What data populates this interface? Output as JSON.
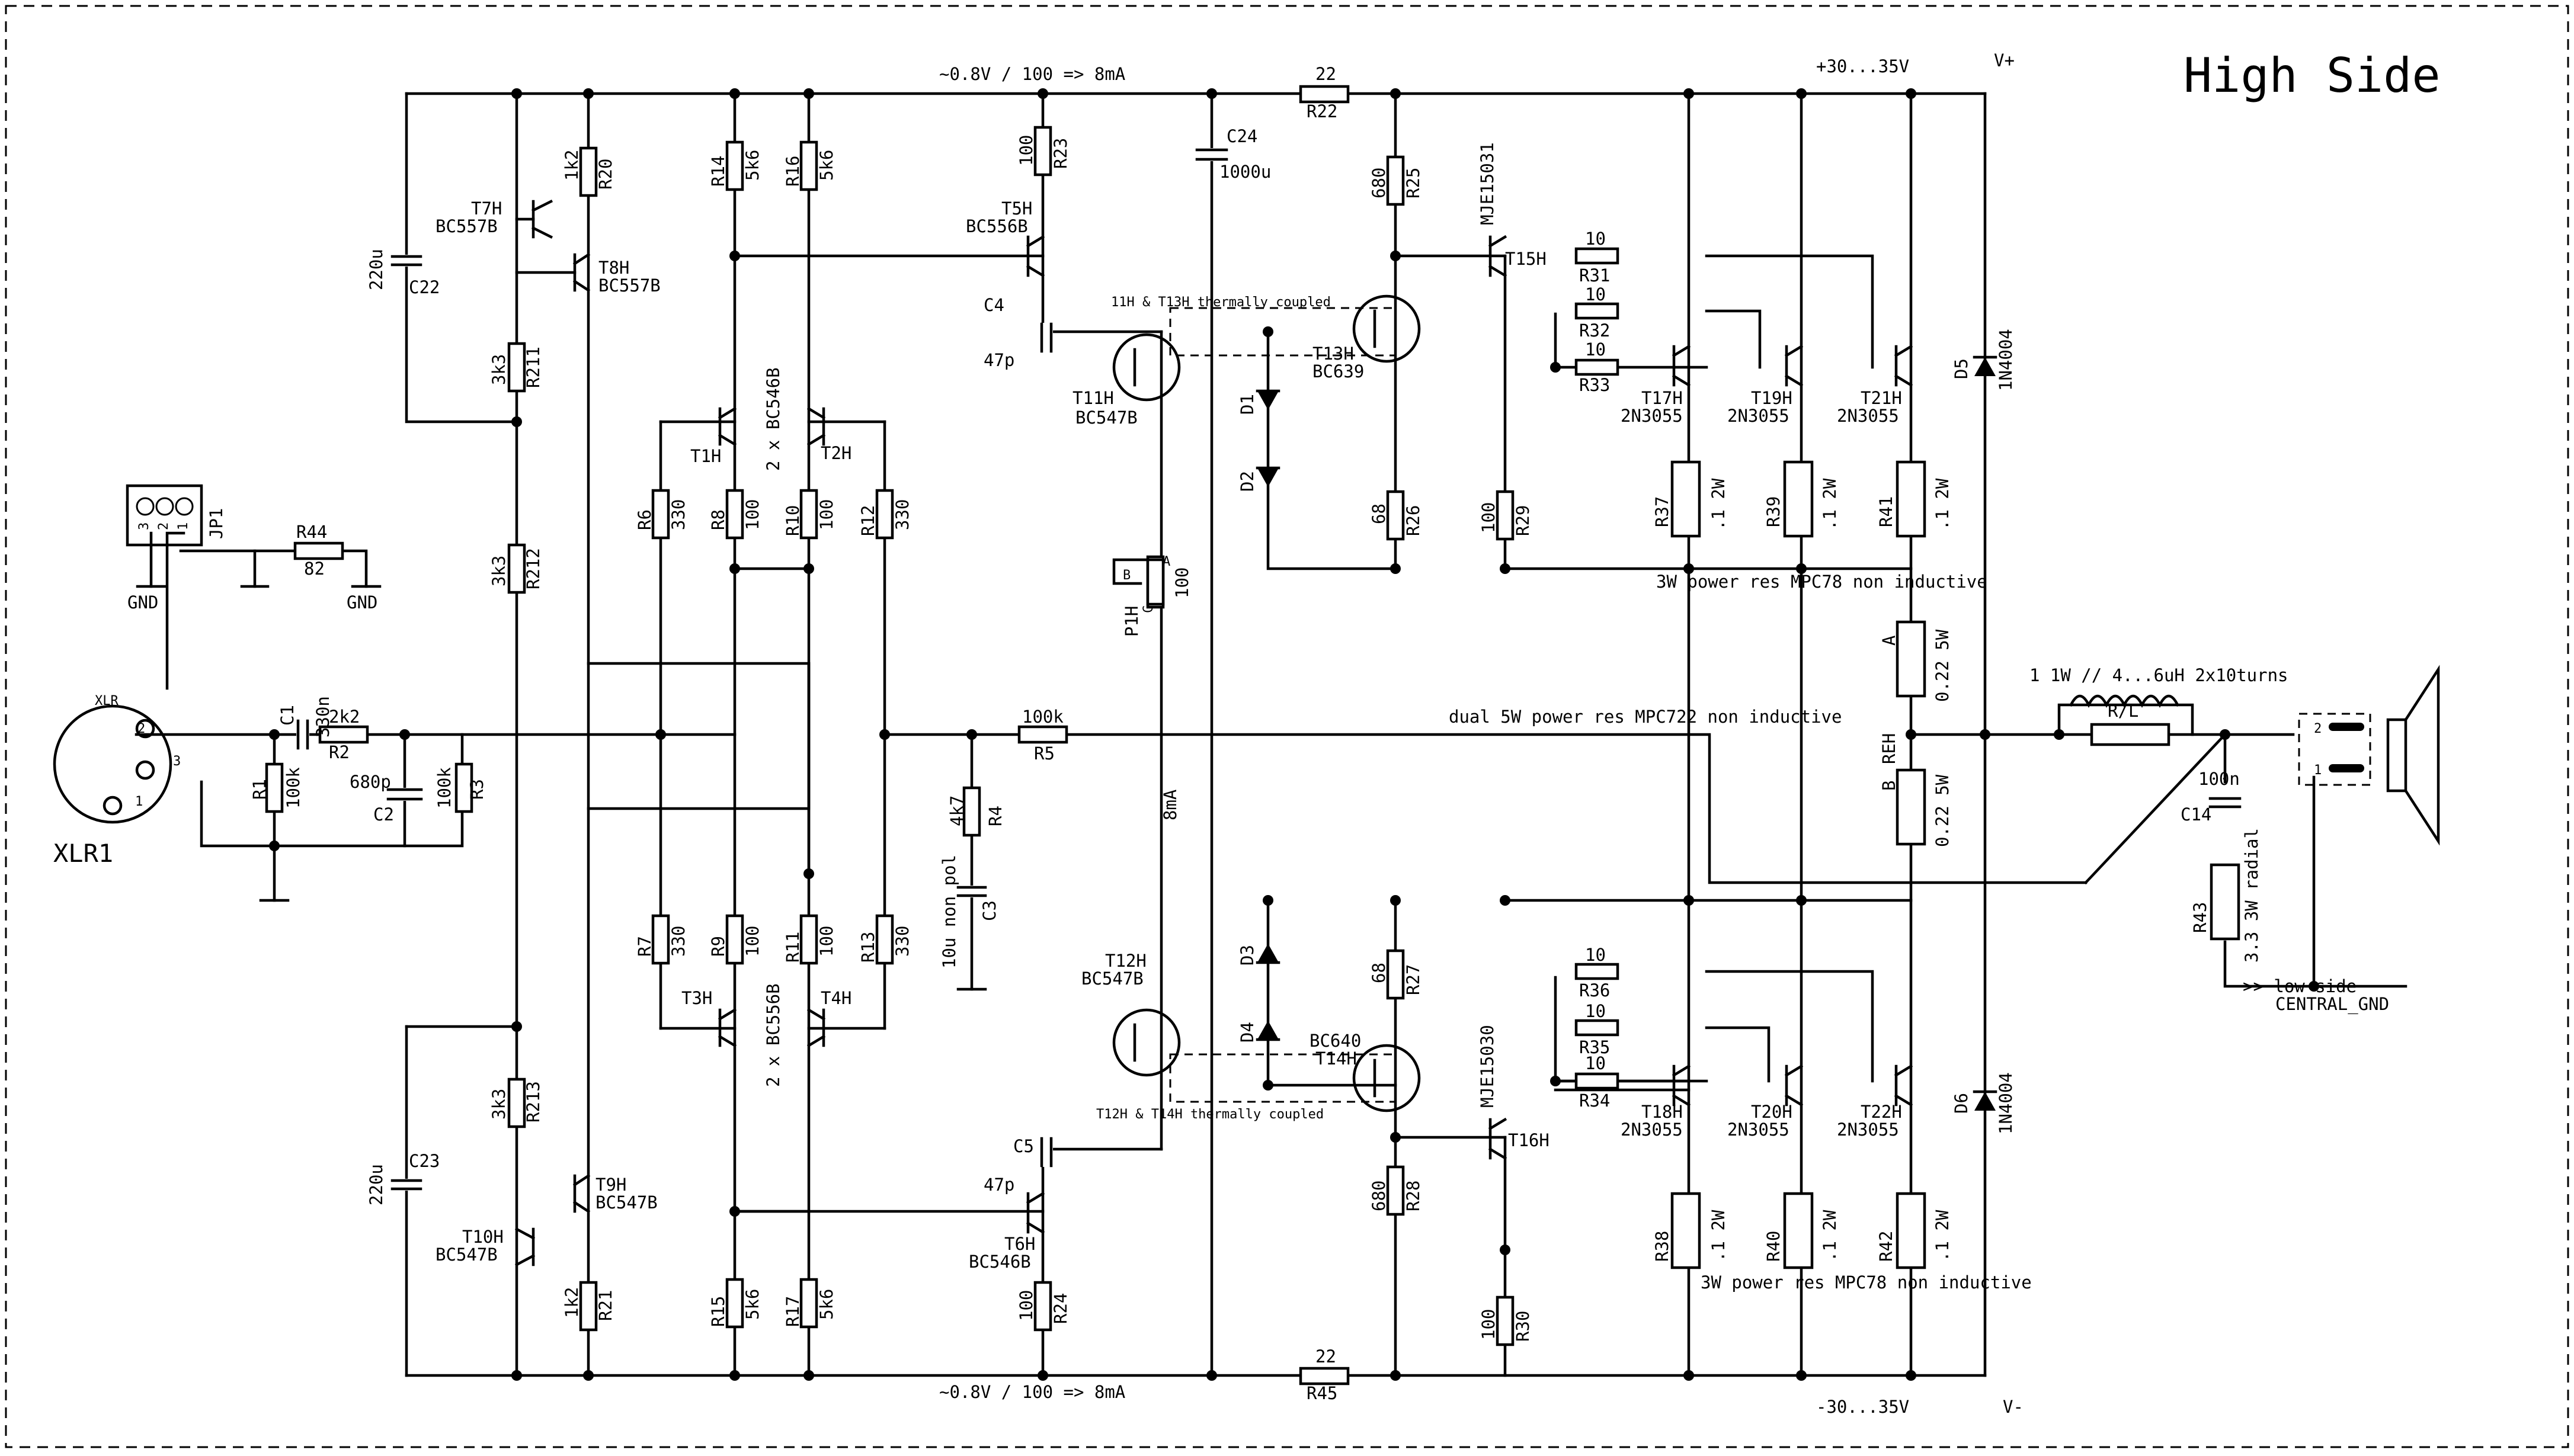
{
  "title": "High Side",
  "rails": {
    "top_supply": "+30...35V",
    "bottom_supply": "-30...35V",
    "v_plus": "V+",
    "v_minus": "V-",
    "top_current_note": "~0.8V / 100 => 8mA",
    "bottom_current_note": "~0.8V / 100 => 8mA",
    "ref_current": "8mA"
  },
  "notes": {
    "thermal_top": "11H & T13H thermally coupled",
    "thermal_bottom": "T12H & T14H thermally coupled",
    "power_res_top": "3W power res MPC78 non inductive",
    "power_res_bottom": "3W power res MPC78 non inductive",
    "dual_power_res": "dual 5W power res MPC722 non inductive",
    "inductor": "1 1W // 4...6uH 2x10turns",
    "low_side": ">> low side",
    "central_gnd": "CENTRAL_GND",
    "nonpol": "10u non pol"
  },
  "connectors": {
    "xlr_name": "XLR1",
    "xlr_tag": "XLR",
    "xlr_pins": [
      "2",
      "3",
      "1"
    ],
    "jp_name": "JP1",
    "jp_pins": [
      "3",
      "2",
      "1"
    ],
    "gnd": "GND",
    "spk_pins": [
      "2",
      "1"
    ]
  },
  "resistors": [
    {
      "ref": "R1",
      "val": "100k"
    },
    {
      "ref": "R2",
      "val": "2k2"
    },
    {
      "ref": "R3",
      "val": "100k"
    },
    {
      "ref": "R4",
      "val": "4k7"
    },
    {
      "ref": "R5",
      "val": "100k"
    },
    {
      "ref": "R6",
      "val": "330"
    },
    {
      "ref": "R7",
      "val": "330"
    },
    {
      "ref": "R8",
      "val": "100"
    },
    {
      "ref": "R9",
      "val": "100"
    },
    {
      "ref": "R10",
      "val": "100"
    },
    {
      "ref": "R11",
      "val": "100"
    },
    {
      "ref": "R12",
      "val": "330"
    },
    {
      "ref": "R13",
      "val": "330"
    },
    {
      "ref": "R14",
      "val": "5k6"
    },
    {
      "ref": "R15",
      "val": "5k6"
    },
    {
      "ref": "R16",
      "val": "5k6"
    },
    {
      "ref": "R17",
      "val": "5k6"
    },
    {
      "ref": "R20",
      "val": "1k2"
    },
    {
      "ref": "R21",
      "val": "1k2"
    },
    {
      "ref": "R211",
      "val": "3k3"
    },
    {
      "ref": "R212",
      "val": "3k3"
    },
    {
      "ref": "R213",
      "val": "3k3"
    },
    {
      "ref": "R22",
      "val": "22"
    },
    {
      "ref": "R23",
      "val": "100"
    },
    {
      "ref": "R24",
      "val": "100"
    },
    {
      "ref": "R25",
      "val": "680"
    },
    {
      "ref": "R26",
      "val": "68"
    },
    {
      "ref": "R27",
      "val": "68"
    },
    {
      "ref": "R28",
      "val": "680"
    },
    {
      "ref": "R29",
      "val": "100"
    },
    {
      "ref": "R30",
      "val": "100"
    },
    {
      "ref": "R31",
      "val": "10"
    },
    {
      "ref": "R32",
      "val": "10"
    },
    {
      "ref": "R33",
      "val": "10"
    },
    {
      "ref": "R34",
      "val": "10"
    },
    {
      "ref": "R35",
      "val": "10"
    },
    {
      "ref": "R36",
      "val": "10"
    },
    {
      "ref": "R37",
      "val": ".1 2W"
    },
    {
      "ref": "R38",
      "val": ".1 2W"
    },
    {
      "ref": "R39",
      "val": ".1 2W"
    },
    {
      "ref": "R40",
      "val": ".1 2W"
    },
    {
      "ref": "R41",
      "val": ".1 2W"
    },
    {
      "ref": "R42",
      "val": ".1 2W"
    },
    {
      "ref": "R43",
      "val": "3.3 3W radial"
    },
    {
      "ref": "R44",
      "val": "82"
    },
    {
      "ref": "R45",
      "val": "22"
    },
    {
      "ref": "A",
      "val": "0.22 5W"
    },
    {
      "ref": "B",
      "val": "0.22 5W"
    },
    {
      "ref": "REH",
      "val": ""
    },
    {
      "ref": "R/L",
      "val": ""
    }
  ],
  "capacitors": [
    {
      "ref": "C1",
      "val": "330n"
    },
    {
      "ref": "C2",
      "val": "680p"
    },
    {
      "ref": "C3",
      "val": ""
    },
    {
      "ref": "C4",
      "val": "47p"
    },
    {
      "ref": "C5",
      "val": "47p"
    },
    {
      "ref": "C14",
      "val": "100n"
    },
    {
      "ref": "C22",
      "val": "220u"
    },
    {
      "ref": "C23",
      "val": "220u"
    },
    {
      "ref": "C24",
      "val": "1000u"
    }
  ],
  "transistors": [
    {
      "ref": "T1H",
      "type": ""
    },
    {
      "ref": "T2H",
      "type": ""
    },
    {
      "ref": "T3H",
      "type": ""
    },
    {
      "ref": "T4H",
      "type": ""
    },
    {
      "ref": "T5H",
      "type": "BC556B"
    },
    {
      "ref": "T6H",
      "type": "BC546B"
    },
    {
      "ref": "T7H",
      "type": "BC557B"
    },
    {
      "ref": "T8H",
      "type": "BC557B"
    },
    {
      "ref": "T9H",
      "type": "BC547B"
    },
    {
      "ref": "T10H",
      "type": "BC547B"
    },
    {
      "ref": "T11H",
      "type": "BC547B"
    },
    {
      "ref": "T12H",
      "type": "BC547B"
    },
    {
      "ref": "T13H",
      "type": "BC639"
    },
    {
      "ref": "T14H",
      "type": "BC640"
    },
    {
      "ref": "T15H",
      "type": "MJE15031"
    },
    {
      "ref": "T16H",
      "type": "MJE15030"
    },
    {
      "ref": "T17H",
      "type": "2N3055"
    },
    {
      "ref": "T18H",
      "type": "2N3055"
    },
    {
      "ref": "T19H",
      "type": "2N3055"
    },
    {
      "ref": "T20H",
      "type": "2N3055"
    },
    {
      "ref": "T21H",
      "type": "2N3055"
    },
    {
      "ref": "T22H",
      "type": "2N3055"
    }
  ],
  "pairs": {
    "top": "2 x BC546B",
    "bottom": "2 x BC556B"
  },
  "diodes": [
    {
      "ref": "D1",
      "type": ""
    },
    {
      "ref": "D2",
      "type": ""
    },
    {
      "ref": "D3",
      "type": ""
    },
    {
      "ref": "D4",
      "type": ""
    },
    {
      "ref": "D5",
      "type": "1N4004"
    },
    {
      "ref": "D6",
      "type": "1N4004"
    }
  ],
  "pot": {
    "ref": "P1H",
    "val": "100",
    "pins": [
      "A",
      "B",
      "C"
    ]
  }
}
